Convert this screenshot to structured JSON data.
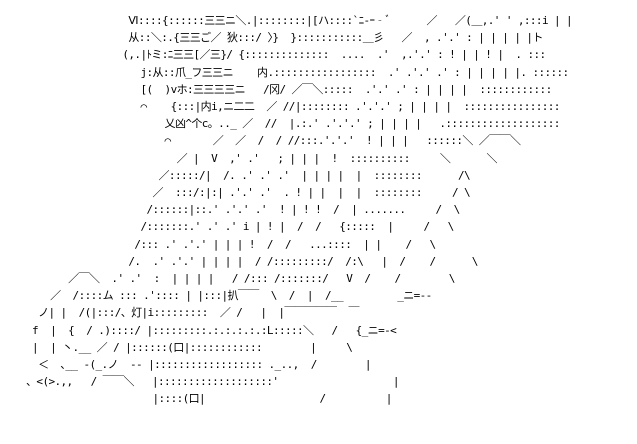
{
  "art": {
    "lines": [
      "                  Ⅵ::::{::::::三三ニ＼.|::::::::|[ハ::::`ﾆ-ｰ‐ﾞ      ／   ／(＿,.' ' ,:::i | |",
      "                  从::＼:.{三三ご／ 狄:::/ 〉}  }:::::::::::＿彡   ／  , .'.' : | | | | |ト",
      "                 (,.|ﾄミ:ﾆ三三[／三}/ {::::::::::::::  ....  .'  ,.'.' : ! | | ! |  . :::",
      "                    j:从::爪_フ三三ニ    内.:::::::::::::::::  .' .'.' .' : | | | | |. ::::::",
      "                    [(  )vホ:三三三三ニ   /冈/ ／￣＼:::::  .'.' .' : | | | |  ::::::::::::",
      "                    ⌒    {:::|内i,ニ二二  ／ //|:::::::: .'.'.' ; | | | |  ::::::::::::::::",
      "                        乂凶^个c。.._ ／  //  |.:.' .'.'.' ; | | | |   .:::::::::::::::::::",
      "                        ⌒       ／  ／  /  / //:::.'.'.'  ! | | |   ::::::＼ ／￣￣＼",
      "                          ／ |  V  ,' .'   ; | | |  !  ::::::::::     ＼      ＼",
      "                       ／:::::/|  /. .' .' .'  | | | |  |  ::::::::      /\\",
      "                      ／  :::/:|:| .'.' .'  . ! | |  |  |  ::::::::     / \\",
      "                     /::::::|::.' .'.' .'  ! | ! !  /  | .......     /  \\",
      "                    /:::::::.' .' .' i | ! |  /  /   {:::::  |     /   \\",
      "                   /::: .' .'.' | | | !  /  /   ...::::  | |    /   \\",
      "                  /.  .' .'.' | | | |  / /:::::::::/  /:\\   |  /    /      \\",
      "        ／￣＼  .' .'  :  | | | |   / /::: /:::::::/   V  /    /        \\",
      "     ／  /::::ム ::: .':::: | |:::|扒￣￣  \\  /  |  /__         _ニ=--",
      "   ノ| |  /(|:::/、灯|i:::::::::  ／ /   |  |￣￣￣￣￣  ￣",
      "  f  |  {  / .)::::/ |:::::::::.:.:.:.:.:L:::::＼   /   {_ニ=-<",
      "  |  | 丶.__ ／ / |::::::(口|::::::::::::        |     \\",
      "   ＜  ､__ -(_.ノ  -- |:::::::::::::::::: ._..,  /        |",
      " 、<(>.,,   / ￣￣＼   |:::::::::::::::::::'                   |",
      "                      |::::(口|                   /          |"
    ]
  }
}
